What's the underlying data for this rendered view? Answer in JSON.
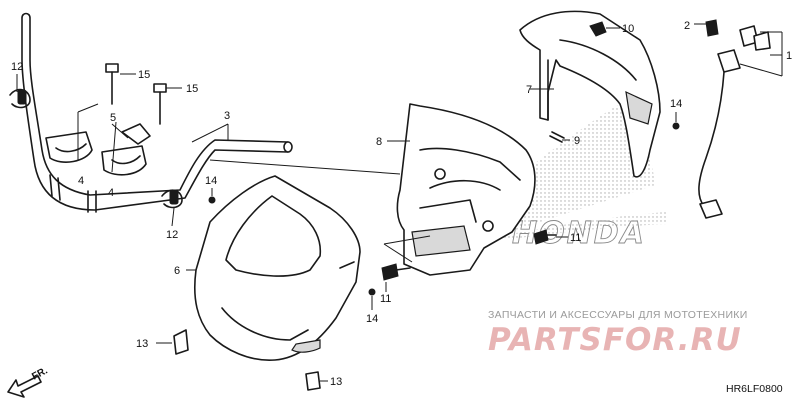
{
  "callouts": {
    "c1": "1",
    "c2": "2",
    "c3": "3",
    "c4a": "4",
    "c4b": "4",
    "c5": "5",
    "c6": "6",
    "c7": "7",
    "c8": "8",
    "c9": "9",
    "c10": "10",
    "c11a": "11",
    "c11b": "11",
    "c12a": "12",
    "c12b": "12",
    "c13a": "13",
    "c13b": "13",
    "c14a": "14",
    "c14b": "14",
    "c14c": "14",
    "c15a": "15",
    "c15b": "15"
  },
  "direction_label": "FR.",
  "watermark": {
    "tagline": "ЗАПЧАСТИ И АКСЕССУАРЫ ДЛЯ МОТОТЕХНИКИ",
    "logo": "PARTSFOR.RU",
    "brand": "HONDA"
  },
  "diagram_code": "HR6LF0800"
}
